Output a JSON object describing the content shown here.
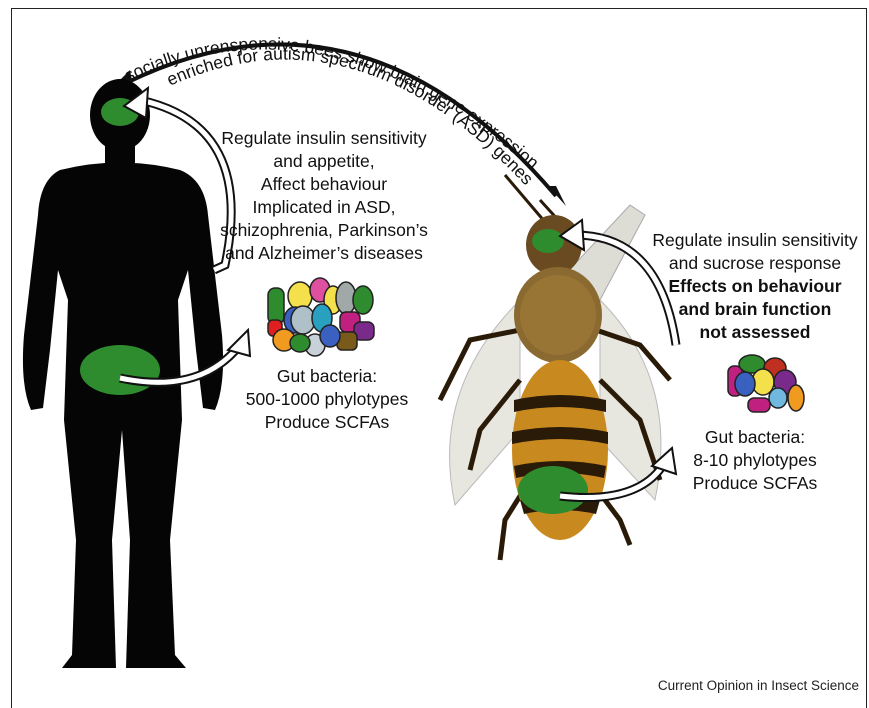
{
  "arc_text": {
    "line1": "socially unrensponsive bees show brain gene expression",
    "line2": "enriched for autism spectrum disorder (ASD) genes"
  },
  "human": {
    "effects": [
      "Regulate insulin sensitivity",
      "and appetite,",
      "Affect behaviour",
      "Implicated in ASD,",
      "schizophrenia, Parkinson’s",
      "and Alzheimer’s diseases"
    ],
    "gut": [
      "Gut bacteria:",
      "500-1000 phylotypes",
      "Produce SCFAs"
    ]
  },
  "bee": {
    "effects": [
      "Regulate insulin sensitivity",
      "and sucrose response"
    ],
    "effects_bold": [
      "Effects on behaviour",
      "and brain function",
      "not assessed"
    ],
    "gut": [
      "Gut bacteria:",
      "8-10 phylotypes",
      "Produce SCFAs"
    ]
  },
  "credit": "Current Opinion in Insect Science",
  "colors": {
    "organ_green": "#2e8b2e",
    "silhouette": "#050505",
    "bee_amber": "#c8891e",
    "bee_stripe": "#2a1a08"
  }
}
